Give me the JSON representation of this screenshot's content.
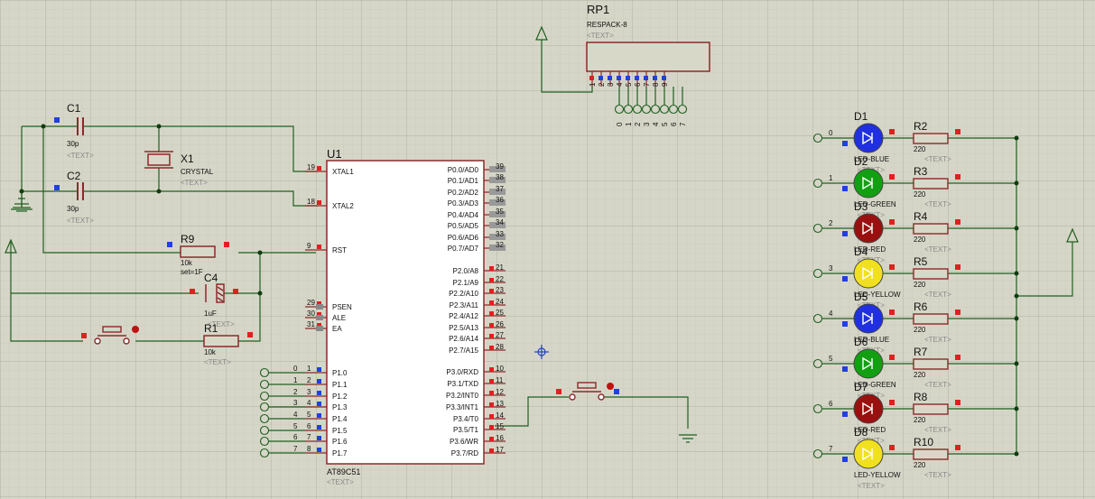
{
  "colors": {
    "background": "#d6d6c8",
    "grid": "#bcbcac",
    "wire": "#1f5f1f",
    "body": "#8b2a2a",
    "chip_fill": "#ffffff",
    "pin_red": "#e02020",
    "pin_blue": "#2040e0",
    "junction": "#103c10"
  },
  "u1": {
    "ref": "U1",
    "part": "AT89C51",
    "text": "<TEXT>",
    "left_pins": [
      {
        "num": "19",
        "name": "XTAL1"
      },
      {
        "num": "18",
        "name": "XTAL2"
      },
      {
        "num": "9",
        "name": "RST"
      },
      {
        "num": "29",
        "name": "PSEN"
      },
      {
        "num": "30",
        "name": "ALE"
      },
      {
        "num": "31",
        "name": "EA"
      },
      {
        "num": "1",
        "name": "P1.0"
      },
      {
        "num": "2",
        "name": "P1.1"
      },
      {
        "num": "3",
        "name": "P1.2"
      },
      {
        "num": "4",
        "name": "P1.3"
      },
      {
        "num": "5",
        "name": "P1.4"
      },
      {
        "num": "6",
        "name": "P1.5"
      },
      {
        "num": "7",
        "name": "P1.6"
      },
      {
        "num": "8",
        "name": "P1.7"
      }
    ],
    "right_pins": [
      {
        "num": "39",
        "name": "P0.0/AD0"
      },
      {
        "num": "38",
        "name": "P0.1/AD1"
      },
      {
        "num": "37",
        "name": "P0.2/AD2"
      },
      {
        "num": "36",
        "name": "P0.3/AD3"
      },
      {
        "num": "35",
        "name": "P0.4/AD4"
      },
      {
        "num": "34",
        "name": "P0.5/AD5"
      },
      {
        "num": "33",
        "name": "P0.6/AD6"
      },
      {
        "num": "32",
        "name": "P0.7/AD7"
      },
      {
        "num": "21",
        "name": "P2.0/A8"
      },
      {
        "num": "22",
        "name": "P2.1/A9"
      },
      {
        "num": "23",
        "name": "P2.2/A10"
      },
      {
        "num": "24",
        "name": "P2.3/A11"
      },
      {
        "num": "25",
        "name": "P2.4/A12"
      },
      {
        "num": "26",
        "name": "P2.5/A13"
      },
      {
        "num": "27",
        "name": "P2.6/A14"
      },
      {
        "num": "28",
        "name": "P2.7/A15"
      },
      {
        "num": "10",
        "name": "P3.0/RXD"
      },
      {
        "num": "11",
        "name": "P3.1/TXD"
      },
      {
        "num": "12",
        "name": "P3.2/INT0"
      },
      {
        "num": "13",
        "name": "P3.3/INT1"
      },
      {
        "num": "14",
        "name": "P3.4/T0"
      },
      {
        "num": "15",
        "name": "P3.5/T1"
      },
      {
        "num": "16",
        "name": "P3.6/WR"
      },
      {
        "num": "17",
        "name": "P3.7/RD"
      }
    ],
    "p1_net_labels": [
      "0",
      "1",
      "2",
      "3",
      "4",
      "5",
      "6",
      "7"
    ]
  },
  "rp1": {
    "ref": "RP1",
    "part": "RESPACK-8",
    "text": "<TEXT>",
    "pins": [
      "1",
      "2",
      "3",
      "4",
      "5",
      "6",
      "7",
      "8",
      "9"
    ],
    "net_labels": [
      "0",
      "1",
      "2",
      "3",
      "4",
      "5",
      "6",
      "7"
    ]
  },
  "c1": {
    "ref": "C1",
    "value": "30p",
    "text": "<TEXT>"
  },
  "c2": {
    "ref": "C2",
    "value": "30p",
    "text": "<TEXT>"
  },
  "x1": {
    "ref": "X1",
    "value": "CRYSTAL",
    "text": "<TEXT>"
  },
  "r9": {
    "ref": "R9",
    "value": "10k"
  },
  "c4": {
    "ref": "C4",
    "value": "1uF",
    "text": "<TEXT>",
    "label": "set=1F"
  },
  "r1": {
    "ref": "R1",
    "value": "10k",
    "text": "<TEXT>"
  },
  "leds": [
    {
      "ref": "D1",
      "type": "LED-BLUE",
      "color": "#2030e0",
      "net": "0",
      "res": "R2",
      "val": "220",
      "text": "<TEXT>"
    },
    {
      "ref": "D2",
      "type": "LED-GREEN",
      "color": "#12a012",
      "net": "1",
      "res": "R3",
      "val": "220",
      "text": "<TEXT>"
    },
    {
      "ref": "D3",
      "type": "LED-RED",
      "color": "#9a1010",
      "net": "2",
      "res": "R4",
      "val": "220",
      "text": "<TEXT>"
    },
    {
      "ref": "D4",
      "type": "LED-YELLOW",
      "color": "#f0e020",
      "net": "3",
      "res": "R5",
      "val": "220",
      "text": "<TEXT>"
    },
    {
      "ref": "D5",
      "type": "LED-BLUE",
      "color": "#2030e0",
      "net": "4",
      "res": "R6",
      "val": "220",
      "text": "<TEXT>"
    },
    {
      "ref": "D6",
      "type": "LED-GREEN",
      "color": "#12a012",
      "net": "5",
      "res": "R7",
      "val": "220",
      "text": "<TEXT>"
    },
    {
      "ref": "D7",
      "type": "LED-RED",
      "color": "#9a1010",
      "net": "6",
      "res": "R8",
      "val": "220",
      "text": "<TEXT>"
    },
    {
      "ref": "D8",
      "type": "LED-YELLOW",
      "color": "#f0e020",
      "net": "7",
      "res": "R10",
      "val": "220",
      "text": "<TEXT>"
    }
  ]
}
